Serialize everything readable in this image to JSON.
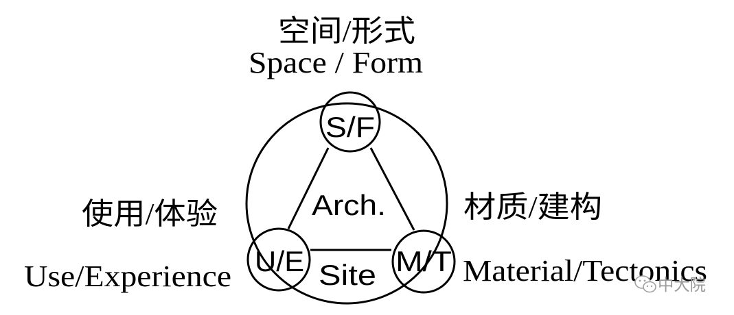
{
  "top_label": {
    "zh": "空间/形式",
    "en": "Space / Form"
  },
  "left_label": {
    "zh": "使用/体验",
    "en": "Use/Experience"
  },
  "right_label": {
    "zh": "材质/建构",
    "en": "Material/Tectonics"
  },
  "nodes": {
    "top": "S/F",
    "left": "U/E",
    "right": "M/T"
  },
  "center_label": "Arch.",
  "base_label": "Site",
  "watermark": "中大院"
}
